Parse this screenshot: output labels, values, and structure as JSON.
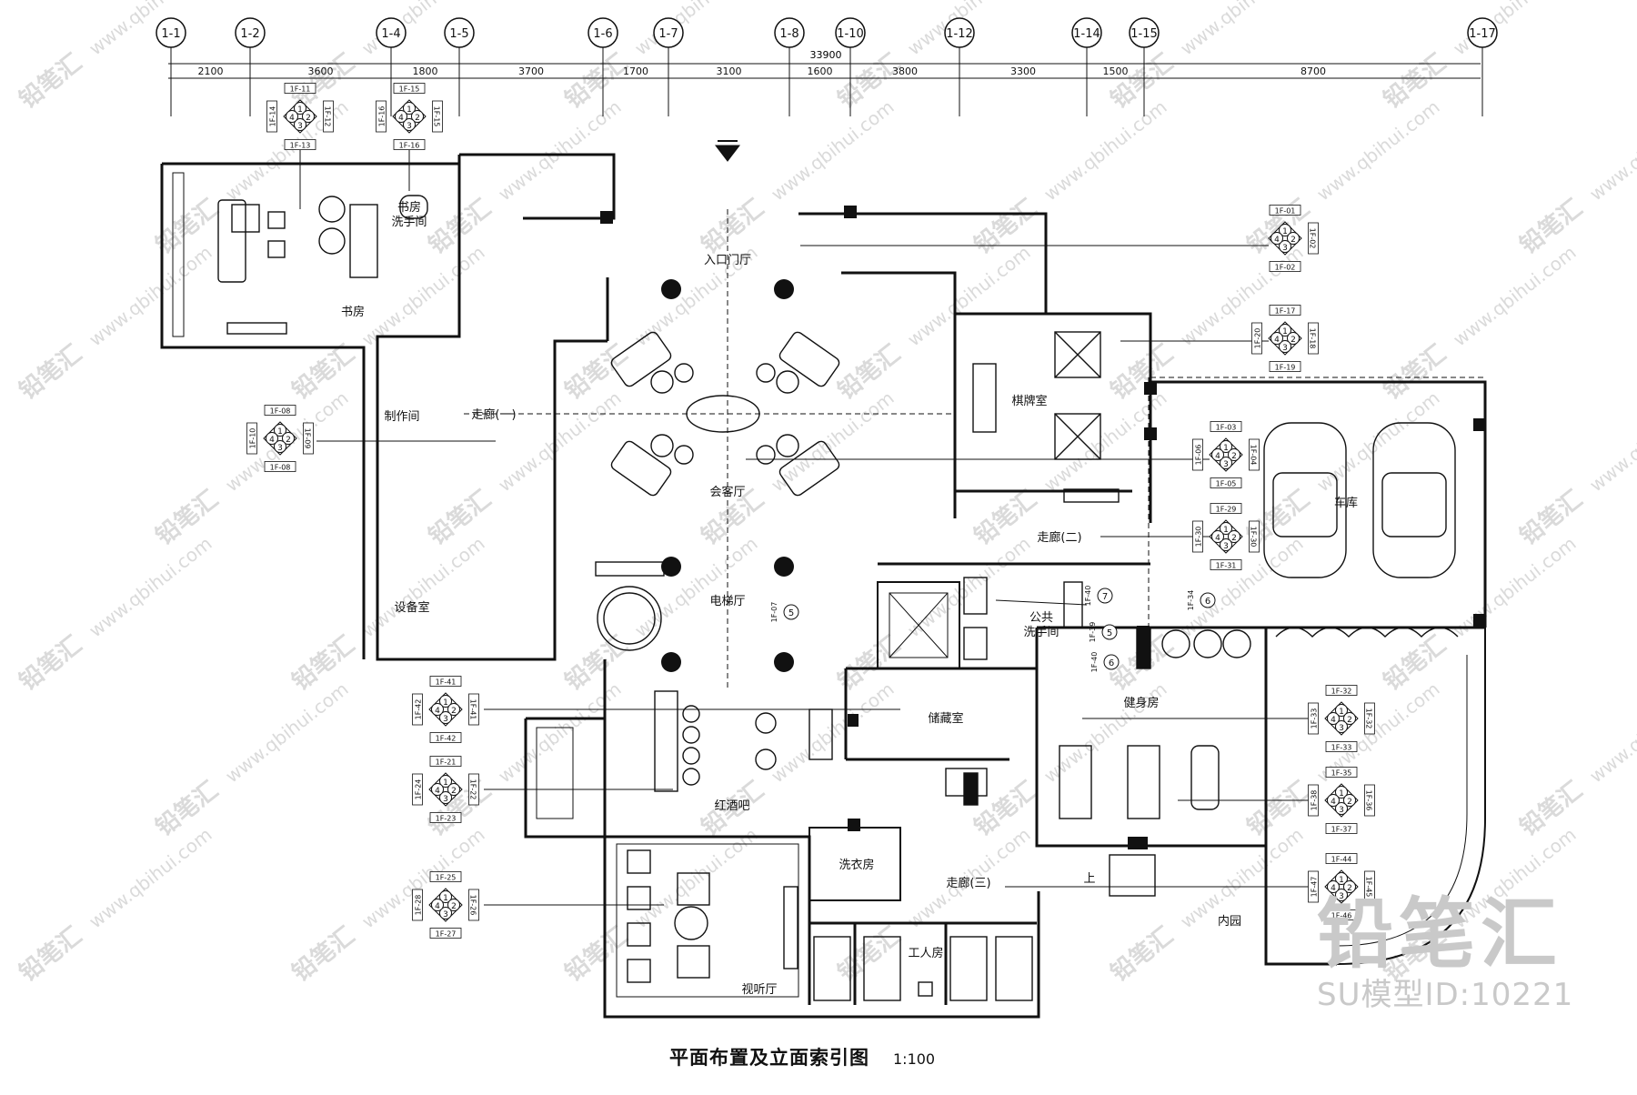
{
  "axes": [
    "1-1",
    "1-2",
    "1-4",
    "1-5",
    "1-6",
    "1-7",
    "1-8",
    "1-10",
    "1-12",
    "1-14",
    "1-15",
    "1-17"
  ],
  "total_dimension": "33900",
  "segment_dimensions": [
    "2100",
    "3600",
    "1800",
    "3700",
    "1700",
    "3100",
    "1600",
    "3800",
    "3300",
    "1500",
    "8700"
  ],
  "rooms": {
    "study": "书房",
    "study_washroom": "书房\n洗手间",
    "entrance_hall": "入口门厅",
    "corridor_1": "走廊(一)",
    "workroom": "制作间",
    "equipment_room": "设备室",
    "tea_hall": "会客厅",
    "elevator_hall": "电梯厅",
    "chess_room": "棋牌室",
    "corridor_2": "走廊(二)",
    "garage": "车库",
    "public_washroom": "公共\n洗手间",
    "gym": "健身房",
    "storage": "储藏室",
    "wine_bar": "红酒吧",
    "laundry": "洗衣房",
    "corridor_3": "走廊(三)",
    "inner_garden": "内园",
    "servant_room": "工人房",
    "av_room": "视听厅",
    "up_label": "上"
  },
  "index_markers": [
    {
      "top": "1F-11",
      "left": "1F-14",
      "right": "1F-12",
      "bottom": "1F-13"
    },
    {
      "top": "1F-15",
      "left": "1F-16",
      "right": "1F-15",
      "bottom": "1F-16"
    },
    {
      "top": "1F-01",
      "left": "",
      "right": "1F-02",
      "bottom": "1F-02"
    },
    {
      "top": "1F-17",
      "left": "1F-20",
      "right": "1F-18",
      "bottom": "1F-19"
    },
    {
      "top": "1F-08",
      "left": "1F-10",
      "right": "1F-09",
      "bottom": "1F-08"
    },
    {
      "top": "1F-03",
      "left": "1F-06",
      "right": "1F-04",
      "bottom": "1F-05"
    },
    {
      "top": "1F-29",
      "left": "1F-30",
      "right": "1F-30",
      "bottom": "1F-31"
    },
    {
      "top": "1F-41",
      "left": "1F-42",
      "right": "1F-41",
      "bottom": "1F-42"
    },
    {
      "top": "1F-32",
      "left": "1F-33",
      "right": "1F-32",
      "bottom": "1F-33"
    },
    {
      "top": "1F-21",
      "left": "1F-24",
      "right": "1F-22",
      "bottom": "1F-23"
    },
    {
      "top": "1F-35",
      "left": "1F-38",
      "right": "1F-36",
      "bottom": "1F-37"
    },
    {
      "top": "1F-44",
      "left": "1F-47",
      "right": "1F-45",
      "bottom": "1F-46"
    },
    {
      "top": "1F-25",
      "left": "1F-28",
      "right": "1F-26",
      "bottom": "1F-27"
    }
  ],
  "small_markers": [
    {
      "label": "1F-07",
      "num": "5"
    },
    {
      "label": "1F-34",
      "num": "6"
    },
    {
      "label": "1F-39",
      "num": "5"
    },
    {
      "label": "1F-40",
      "num": "7"
    },
    {
      "label": "1F-40",
      "num": "6"
    }
  ],
  "small_marker_sub": "5",
  "title": "平面布置及立面索引图",
  "scale": "1:100",
  "brand": {
    "name": "铅笔汇",
    "id": "SU模型ID:10221"
  },
  "watermark": {
    "name": "铅笔汇",
    "url": "www.qbihui.com"
  },
  "colors": {
    "line": "#111111",
    "watermark": "#cfcfcf"
  }
}
